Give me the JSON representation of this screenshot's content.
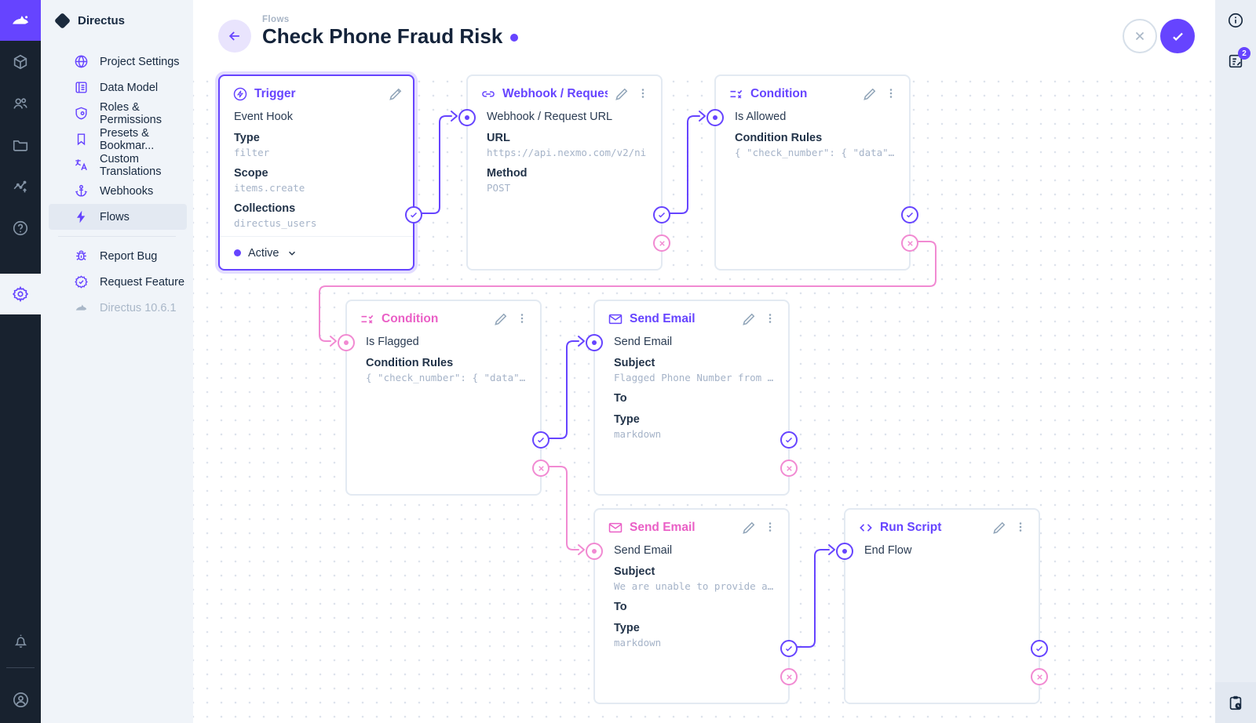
{
  "colors": {
    "purple": "#6644ff",
    "pink_text": "#ea5fc6",
    "pink_line": "#f18ad2",
    "dark": "#172940",
    "module_bar_bg": "#18222f",
    "sidebar_bg": "#f0f4f9"
  },
  "module_bar": {
    "icons": [
      "rabbit-logo",
      "box",
      "people",
      "folder",
      "activity",
      "help",
      "settings-gear",
      "bell",
      "account"
    ]
  },
  "sidebar": {
    "project_name": "Directus",
    "items": [
      {
        "label": "Project Settings",
        "icon": "globe-icon"
      },
      {
        "label": "Data Model",
        "icon": "data-model-icon"
      },
      {
        "label": "Roles & Permissions",
        "icon": "shield-icon"
      },
      {
        "label": "Presets & Bookmar...",
        "icon": "bookmark-icon"
      },
      {
        "label": "Custom Translations",
        "icon": "translate-icon"
      },
      {
        "label": "Webhooks",
        "icon": "anchor-icon"
      },
      {
        "label": "Flows",
        "icon": "bolt-icon"
      }
    ],
    "footer_items": [
      {
        "label": "Report Bug",
        "icon": "bug-icon"
      },
      {
        "label": "Request Feature",
        "icon": "feature-badge-icon"
      }
    ],
    "version": "Directus 10.6.1"
  },
  "header": {
    "breadcrumb": "Flows",
    "title": "Check Phone Fraud Risk"
  },
  "right_bar": {
    "badge_count": "2"
  },
  "flow": {
    "cards": [
      {
        "title": "Trigger",
        "icon": "bolt-circle-icon",
        "accent": "purple",
        "subtitle": "Event Hook",
        "fields": [
          {
            "label": "Type",
            "value": "filter"
          },
          {
            "label": "Scope",
            "value": "items.create"
          },
          {
            "label": "Collections",
            "value": "directus_users"
          }
        ],
        "status": "Active"
      },
      {
        "title": "Webhook / Request URL",
        "icon": "link-icon",
        "accent": "purple",
        "subtitle": "Webhook / Request URL",
        "fields": [
          {
            "label": "URL",
            "value": "https://api.nexmo.com/v2/ni"
          },
          {
            "label": "Method",
            "value": "POST"
          }
        ]
      },
      {
        "title": "Condition",
        "icon": "condition-icon",
        "accent": "purple",
        "subtitle": "Is Allowed",
        "fields": [
          {
            "label": "Condition Rules",
            "value": "{ \"check_number\": { \"data\"…"
          }
        ]
      },
      {
        "title": "Condition",
        "icon": "condition-icon",
        "accent": "pink",
        "subtitle": "Is Flagged",
        "fields": [
          {
            "label": "Condition Rules",
            "value": "{ \"check_number\": { \"data\"…"
          }
        ]
      },
      {
        "title": "Send Email",
        "icon": "email-icon",
        "accent": "purple",
        "subtitle": "Send Email",
        "fields": [
          {
            "label": "Subject",
            "value": "Flagged Phone Number from …"
          },
          {
            "label": "To",
            "value": ""
          },
          {
            "label": "Type",
            "value": "markdown"
          }
        ]
      },
      {
        "title": "Send Email",
        "icon": "email-icon",
        "accent": "pink",
        "subtitle": "Send Email",
        "fields": [
          {
            "label": "Subject",
            "value": "We are unable to provide a…"
          },
          {
            "label": "To",
            "value": ""
          },
          {
            "label": "Type",
            "value": "markdown"
          }
        ]
      },
      {
        "title": "Run Script",
        "icon": "code-icon",
        "accent": "purple",
        "subtitle": "End Flow",
        "fields": []
      }
    ]
  }
}
